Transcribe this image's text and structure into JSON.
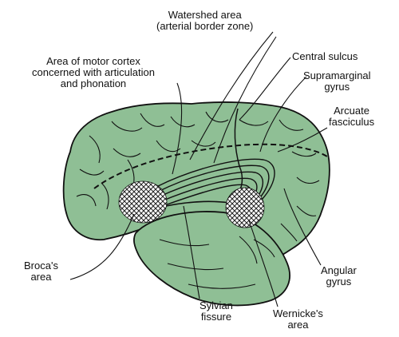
{
  "diagram": {
    "colors": {
      "brain_fill": "#8fbf95",
      "outline": "#111111",
      "hatch_bg": "#ffffff"
    },
    "labels": {
      "watershed": [
        "Watershed area",
        "(arterial border zone)"
      ],
      "motor_cortex": [
        "Area of motor cortex",
        "concerned with articulation",
        "and phonation"
      ],
      "central_sulcus": [
        "Central sulcus"
      ],
      "supramarginal": [
        "Supramarginal",
        "gyrus"
      ],
      "arcuate": [
        "Arcuate",
        "fasciculus"
      ],
      "broca": [
        "Broca's",
        "area"
      ],
      "angular": [
        "Angular",
        "gyrus"
      ],
      "sylvian": [
        "Sylvian",
        "fissure"
      ],
      "wernicke": [
        "Wernicke's",
        "area"
      ]
    }
  }
}
